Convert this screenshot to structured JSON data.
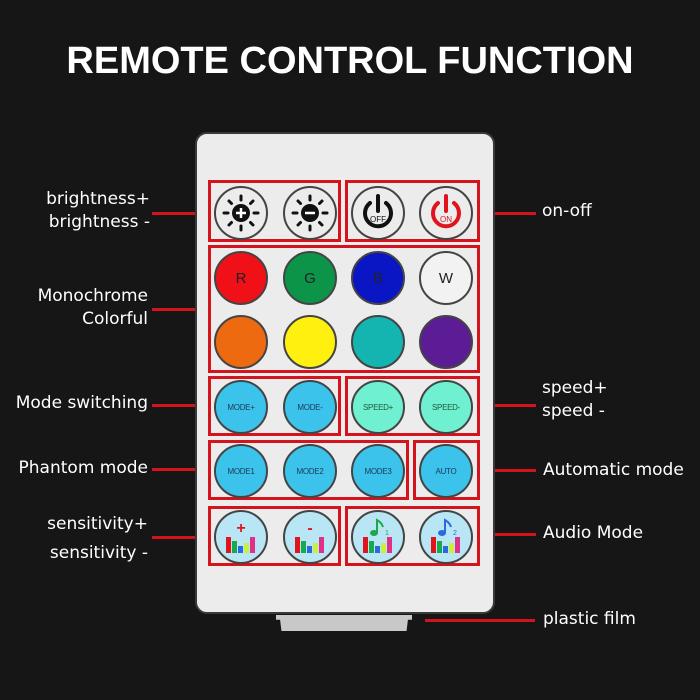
{
  "title": "REMOTE CONTROL FUNCTION",
  "colors": {
    "background": "#161616",
    "accent_red": "#d3141c",
    "remote_body": "#ececec",
    "mode_blue": "#3cc3ec",
    "speed_green": "#6ff0d0",
    "audio_bg": "#b8e6f5"
  },
  "left_labels": [
    {
      "lines": [
        "brightness+",
        "brightness -"
      ]
    },
    {
      "lines": [
        "Monochrome",
        "Colorful"
      ]
    },
    {
      "lines": [
        "Mode switching"
      ]
    },
    {
      "lines": [
        "Phantom mode"
      ]
    },
    {
      "lines": [
        "sensitivity+",
        "sensitivity -"
      ]
    }
  ],
  "right_labels": [
    {
      "lines": [
        "on-off"
      ]
    },
    {
      "lines": [
        "speed+",
        "speed -"
      ]
    },
    {
      "lines": [
        "Automatic mode"
      ]
    },
    {
      "lines": [
        "Audio Mode"
      ]
    },
    {
      "lines": [
        "plastic film"
      ]
    }
  ],
  "buttons": {
    "brightness_up": {
      "icon": "sun-plus-icon"
    },
    "brightness_down": {
      "icon": "sun-minus-icon"
    },
    "off": {
      "label": "OFF",
      "icon": "power-icon",
      "color": "#111111"
    },
    "on": {
      "label": "ON",
      "icon": "power-icon",
      "color": "#e0141c"
    },
    "colors": [
      {
        "label": "R",
        "color": "#f01018"
      },
      {
        "label": "G",
        "color": "#0c9448"
      },
      {
        "label": "B",
        "color": "#0a16c4"
      },
      {
        "label": "W",
        "color": "#f2f2f2"
      },
      {
        "label": "",
        "color": "#ee6a10"
      },
      {
        "label": "",
        "color": "#fff010"
      },
      {
        "label": "",
        "color": "#14b4b0"
      },
      {
        "label": "",
        "color": "#5c1c96"
      }
    ],
    "mode_plus": {
      "label": "MODE+"
    },
    "mode_minus": {
      "label": "MODE-"
    },
    "speed_plus": {
      "label": "SPEED+"
    },
    "speed_minus": {
      "label": "SPEED-"
    },
    "mode1": {
      "label": "MODE1"
    },
    "mode2": {
      "label": "MODE2"
    },
    "mode3": {
      "label": "MODE3"
    },
    "auto": {
      "label": "AUTO"
    },
    "sens_plus": {
      "symbol": "+"
    },
    "sens_minus": {
      "symbol": "-"
    },
    "audio1": {
      "symbol": "1"
    },
    "audio2": {
      "symbol": "2"
    }
  }
}
